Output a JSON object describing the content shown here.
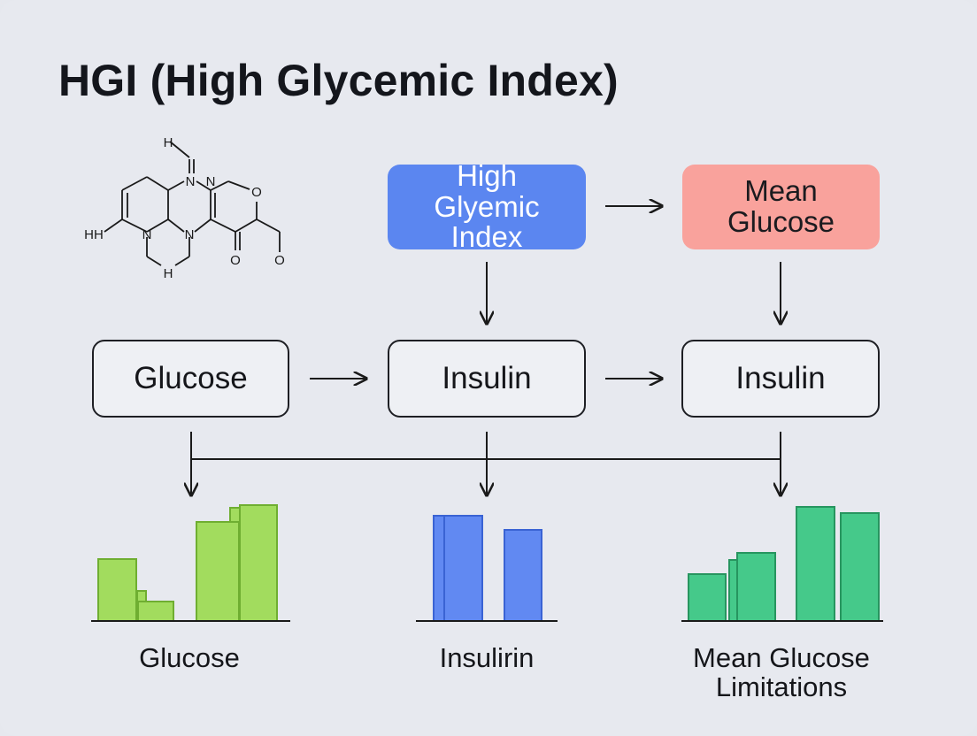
{
  "title": "HGI (High Glycemic Index)",
  "molecule": {
    "atoms": [
      "H",
      "N",
      "N",
      "O",
      "N",
      "N",
      "HH",
      "H",
      "O",
      "O"
    ]
  },
  "boxes": {
    "high_glycemic_index": "High Glyemic Index",
    "mean_glucose": "Mean Glucose",
    "glucose": "Glucose",
    "insulin_mid": "Insulin",
    "insulin_right": "Insulin"
  },
  "colors": {
    "blue_box": "#5b86f0",
    "red_box": "#f9a29c",
    "glucose_bars": "#a2dc5e",
    "insulin_bars": "#6189f2",
    "mean_bars": "#45c98a"
  },
  "charts": {
    "glucose": {
      "label": "Glucose",
      "values": [
        72,
        20,
        130,
        130
      ]
    },
    "insulin": {
      "label": "Insulirin",
      "values": [
        118,
        118,
        102
      ]
    },
    "mean": {
      "label_line1": "Mean Glucose",
      "label_line2": "Limitations",
      "values": [
        52,
        76,
        128,
        122
      ]
    }
  }
}
